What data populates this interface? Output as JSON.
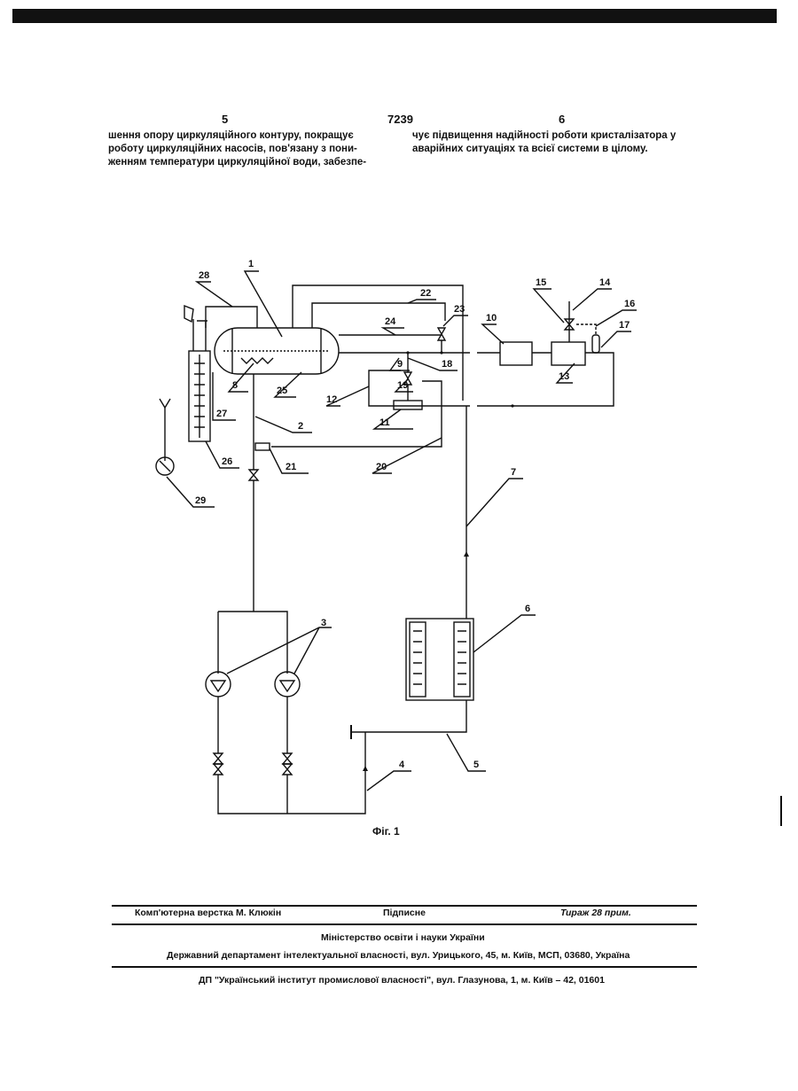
{
  "header": {
    "page_left": "5",
    "doc_number": "7239",
    "page_right": "6"
  },
  "text": {
    "left_col": [
      "шення опору циркуляційного контуру, покращує",
      "роботу циркуляційних насосів, пов'язану з пони-",
      "женням температури циркуляційної води, забезпе-"
    ],
    "right_col": [
      "чує підвищення надійності роботи кристалізатора у",
      "аварійних ситуаціях та всієї системи в цілому."
    ]
  },
  "figure": {
    "caption": "Фіг. 1",
    "labels": [
      "1",
      "2",
      "3",
      "4",
      "5",
      "6",
      "7",
      "8",
      "9",
      "10",
      "11",
      "12",
      "13",
      "14",
      "15",
      "16",
      "17",
      "18",
      "19",
      "20",
      "21",
      "22",
      "23",
      "24",
      "25",
      "26",
      "27",
      "28",
      "29"
    ]
  },
  "imprint": {
    "typesetter": "Комп'ютерна верстка М. Клюкін",
    "subscription": "Підписне",
    "circulation": "Тираж 28 прим.",
    "ministry": "Міністерство освіти і науки України",
    "department": "Державний департамент інтелектуальної власності, вул. Урицького, 45, м. Київ, МСП, 03680, Україна",
    "institute": "ДП \"Український інститут промислової власності\", вул. Глазунова, 1, м. Київ – 42, 01601"
  }
}
